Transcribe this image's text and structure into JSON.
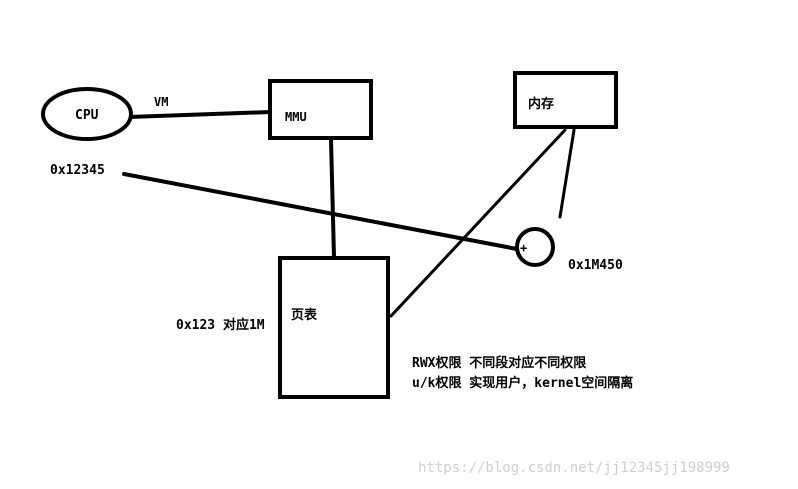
{
  "diagram": {
    "cpu": {
      "label": "CPU"
    },
    "mmu": {
      "label": "MMU"
    },
    "memory": {
      "label": "内存"
    },
    "page_table": {
      "label": "页表"
    },
    "adder": {
      "label": "+"
    },
    "vm_label": "VM",
    "virtual_address": "0x12345",
    "physical_address": "0x1M450",
    "mapping_note": "0x123 对应1M",
    "permissions": [
      "RWX权限 不同段对应不同权限",
      "u/k权限 实现用户，kernel空间隔离"
    ]
  },
  "watermark": "https://blog.csdn.net/jj12345jj198999",
  "colors": {
    "stroke": "#000000",
    "background": "#ffffff",
    "watermark": "#cfcfcf"
  }
}
